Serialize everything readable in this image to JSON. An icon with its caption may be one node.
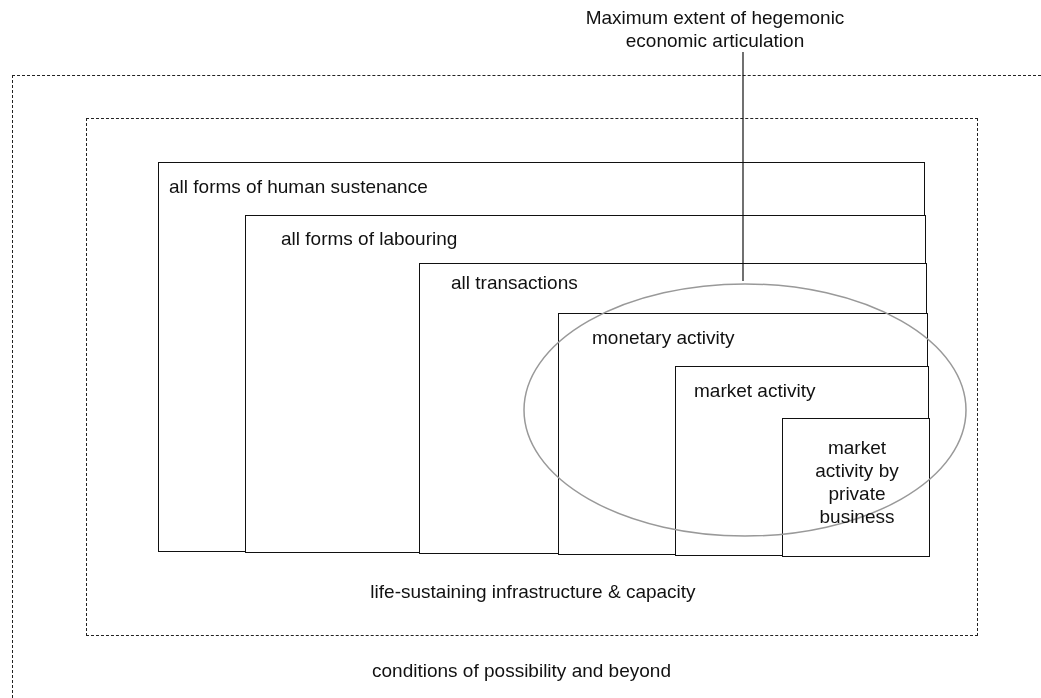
{
  "diagram": {
    "nodes": [
      {
        "text": [
          "conditions of possibility and beyond"
        ]
      },
      {
        "text": [
          "life-sustaining infrastructure & capacity"
        ],
        "in": 0
      },
      {
        "text": [
          "all forms of human sustenance"
        ],
        "in": 1
      },
      {
        "text": [
          "all forms of labouring"
        ],
        "in": 2
      },
      {
        "text": [
          "all transactions"
        ],
        "in": 3
      },
      {
        "text": [
          "monetary activity"
        ],
        "in": 4
      },
      {
        "text": [
          "market activity"
        ],
        "in": 5
      },
      {
        "text": [
          "market activity by private business"
        ],
        "in": 6
      },
      {
        "text": [
          "Maximum extent of hegemonic economic articulation"
        ]
      },
      {
        "text": [],
        "shape": "ellipse",
        "in": 1
      }
    ],
    "edges": [
      {
        "from": 8,
        "to": 9,
        "arrow": "none"
      }
    ]
  }
}
